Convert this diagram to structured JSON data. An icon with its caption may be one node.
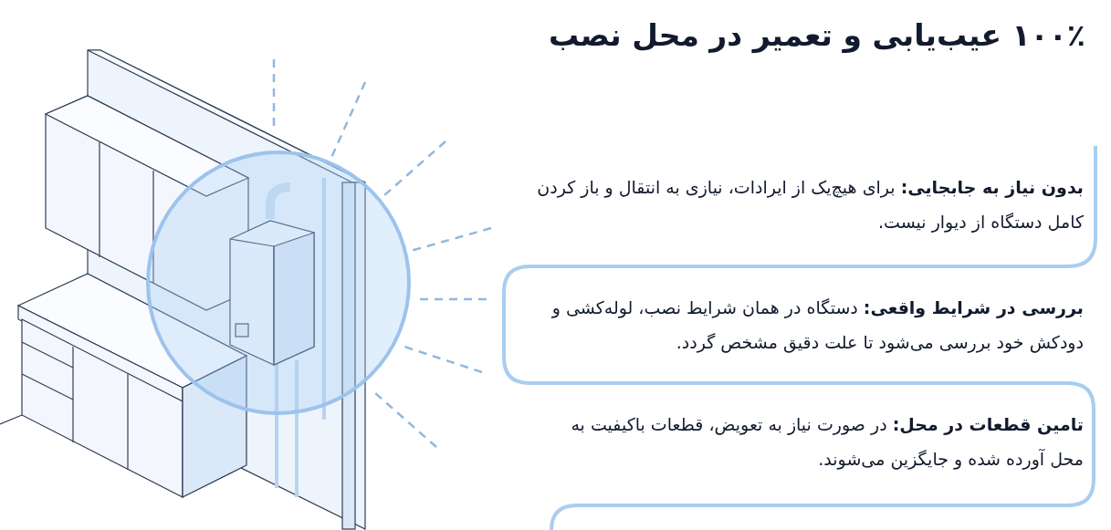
{
  "diagram": {
    "title": "۱۰۰٪ عیب‌یابی و تعمیر در محل نصب",
    "labels": [
      "**بدون نیاز به جابجایی:** برای هیچ‌یک از ایرادات، نیازی به انتقال و باز کردن کامل دستگاه از دیوار نیست.",
      "**بررسی در شرایط واقعی:** دستگاه در همان شرایط نصب، لوله‌کشی و دودکش خود بررسی می‌شود تا علت دقیق مشخص گردد.",
      "**تامین قطعات در محل:** در صورت نیاز به تعویض، قطعات باکیفیت به محل آورده شده و جایگزین می‌شوند."
    ]
  }
}
